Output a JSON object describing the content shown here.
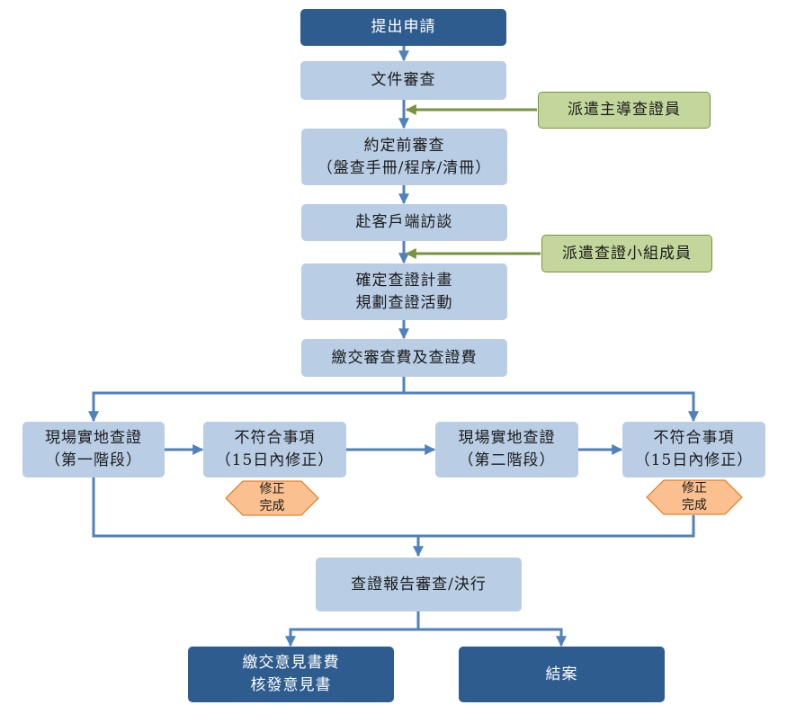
{
  "steps": {
    "apply": "提出申請",
    "doc_review": "文件審查",
    "assign_lead": "派遣主導查證員",
    "pre_review": [
      "約定前審查",
      "（盤查手冊/程序/清冊）"
    ],
    "client_interview": "赴客戶端訪談",
    "assign_team": "派遣查證小組成員",
    "plan": [
      "確定查證計畫",
      "規劃查證活動"
    ],
    "fees": "繳交審查費及查證費",
    "onsite1": [
      "現場實地查證",
      "（第一階段）"
    ],
    "nc1": [
      "不符合事項",
      "（15日內修正）"
    ],
    "fix1": [
      "修正",
      "完成"
    ],
    "onsite2": [
      "現場實地查證",
      "（第二階段）"
    ],
    "nc2": [
      "不符合事項",
      "（15日內修正）"
    ],
    "fix2": [
      "修正",
      "完成"
    ],
    "report": "查證報告審查/決行",
    "opinion_fee": [
      "繳交意見書費",
      "核發意見書"
    ],
    "close": "結案"
  },
  "colors": {
    "dark_box": "#2e5c8f",
    "light_box": "#b9cde5",
    "green_box": "#c3d69b",
    "green_border": "#77933c",
    "hex_fill": "#fac090",
    "hex_border": "#e46c0a",
    "blue_arrow": "#4f81bd",
    "green_arrow": "#77933c"
  }
}
